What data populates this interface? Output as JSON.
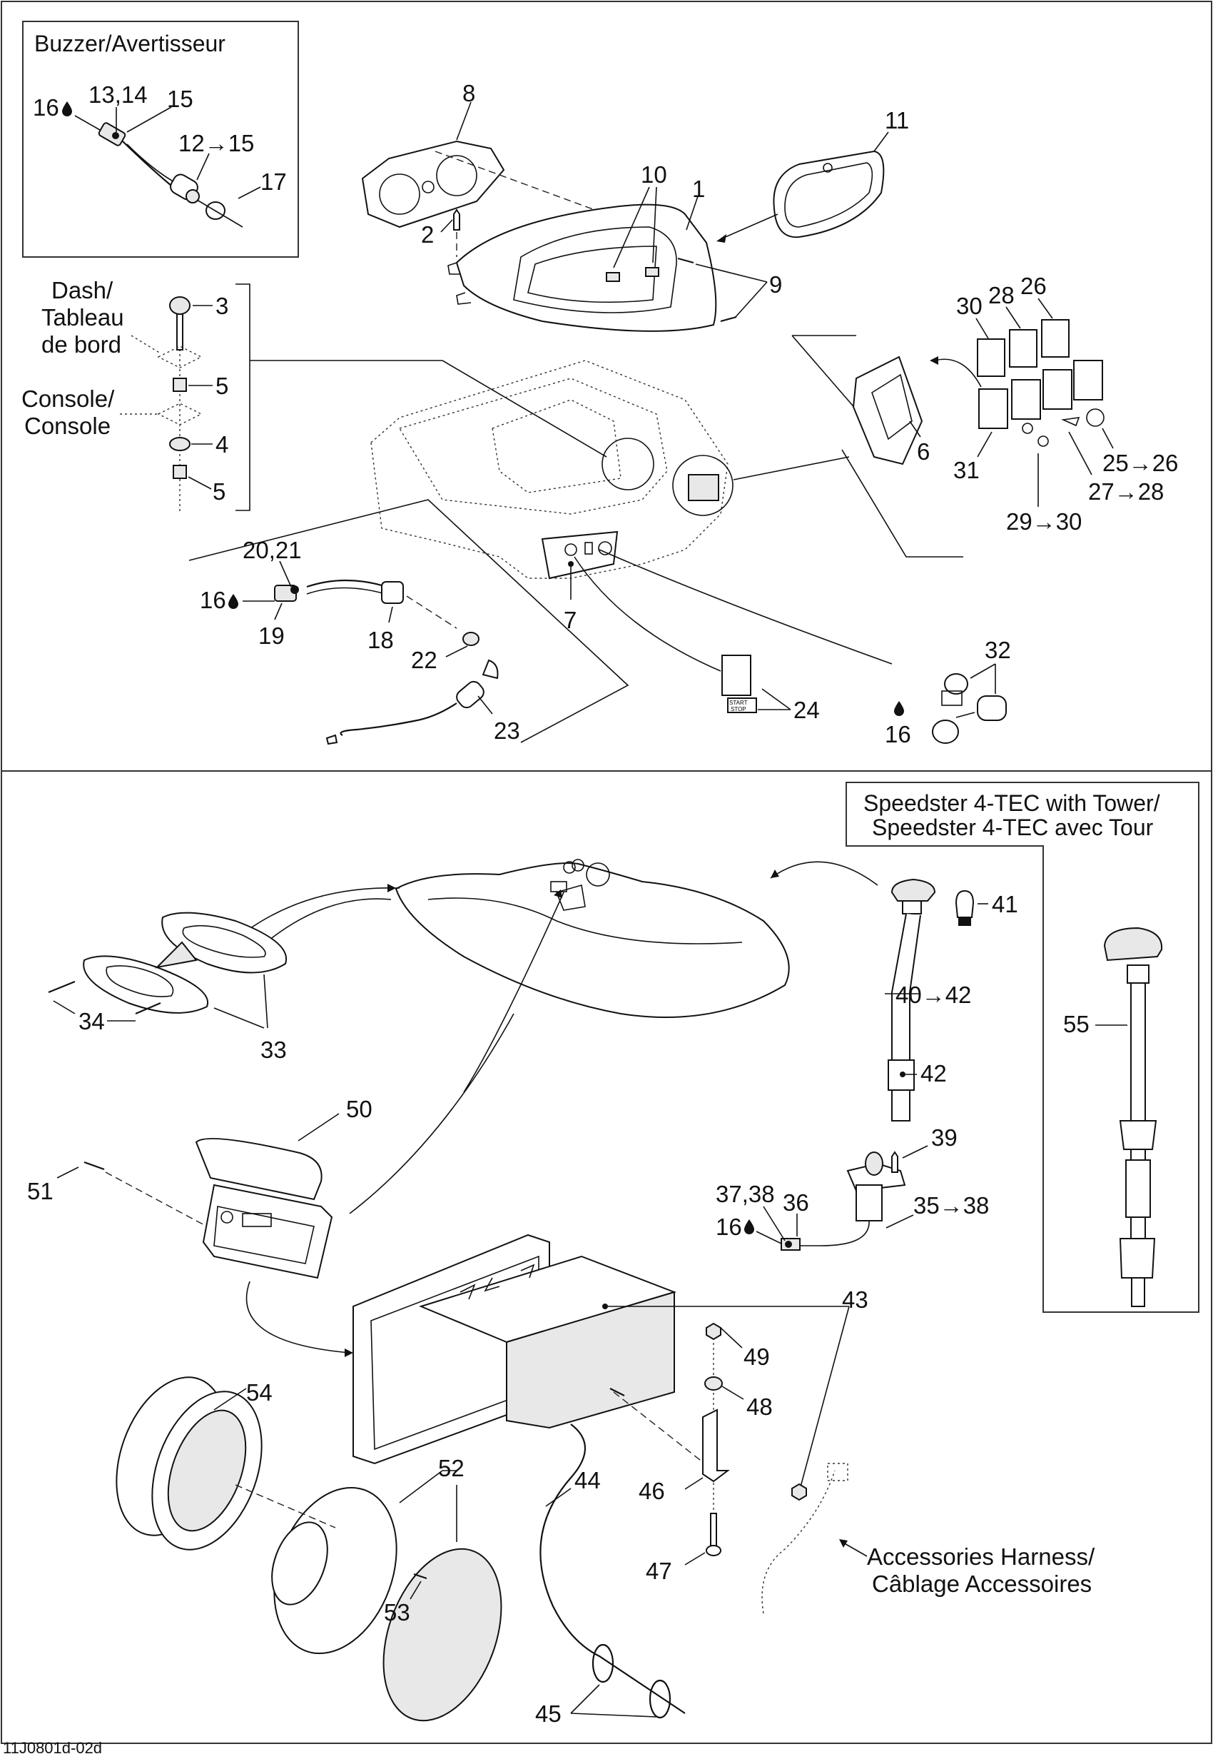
{
  "diagram": {
    "drawing_code": "11J0801d-02d",
    "insets": {
      "buzzer": "Buzzer/Avertisseur",
      "tower_line1": "Speedster 4-TEC with Tower/",
      "tower_line2": "Speedster 4-TEC avec Tour"
    },
    "notes": {
      "dash_line1": "Dash/",
      "dash_line2": "Tableau",
      "dash_line3": "de bord",
      "console_line1": "Console/",
      "console_line2": "Console",
      "harness_line1": "Accessories Harness/",
      "harness_line2": "Câblage Accessoires",
      "start_stop_top": "START",
      "start_stop_bottom": "STOP"
    },
    "callouts": {
      "c1": "1",
      "c2": "2",
      "c3": "3",
      "c4": "4",
      "c5a": "5",
      "c5b": "5",
      "c6": "6",
      "c7": "7",
      "c8": "8",
      "c9": "9",
      "c10": "10",
      "c11": "11",
      "c12_15": "12→15",
      "c13_14": "13,14",
      "c15": "15",
      "c16_buzzer": "16",
      "c17": "17",
      "c18": "18",
      "c19": "19",
      "c20_21": "20,21",
      "c16_key": "16",
      "c22": "22",
      "c23": "23",
      "c24": "24",
      "c25_26": "25→26",
      "c26": "26",
      "c27_28": "27→28",
      "c28": "28",
      "c29_30": "29→30",
      "c30": "30",
      "c31": "31",
      "c32": "32",
      "c16_socket": "16",
      "c33": "33",
      "c34": "34",
      "c35_38": "35→38",
      "c36": "36",
      "c37_38": "37,38",
      "c16_light": "16",
      "c39": "39",
      "c40_42": "40→42",
      "c41": "41",
      "c42": "42",
      "c43": "43",
      "c44": "44",
      "c45": "45",
      "c46": "46",
      "c47": "47",
      "c48": "48",
      "c49": "49",
      "c50": "50",
      "c51": "51",
      "c52": "52",
      "c53": "53",
      "c54": "54",
      "c55": "55"
    },
    "icons": {
      "grease": "grease-drop-icon"
    }
  }
}
